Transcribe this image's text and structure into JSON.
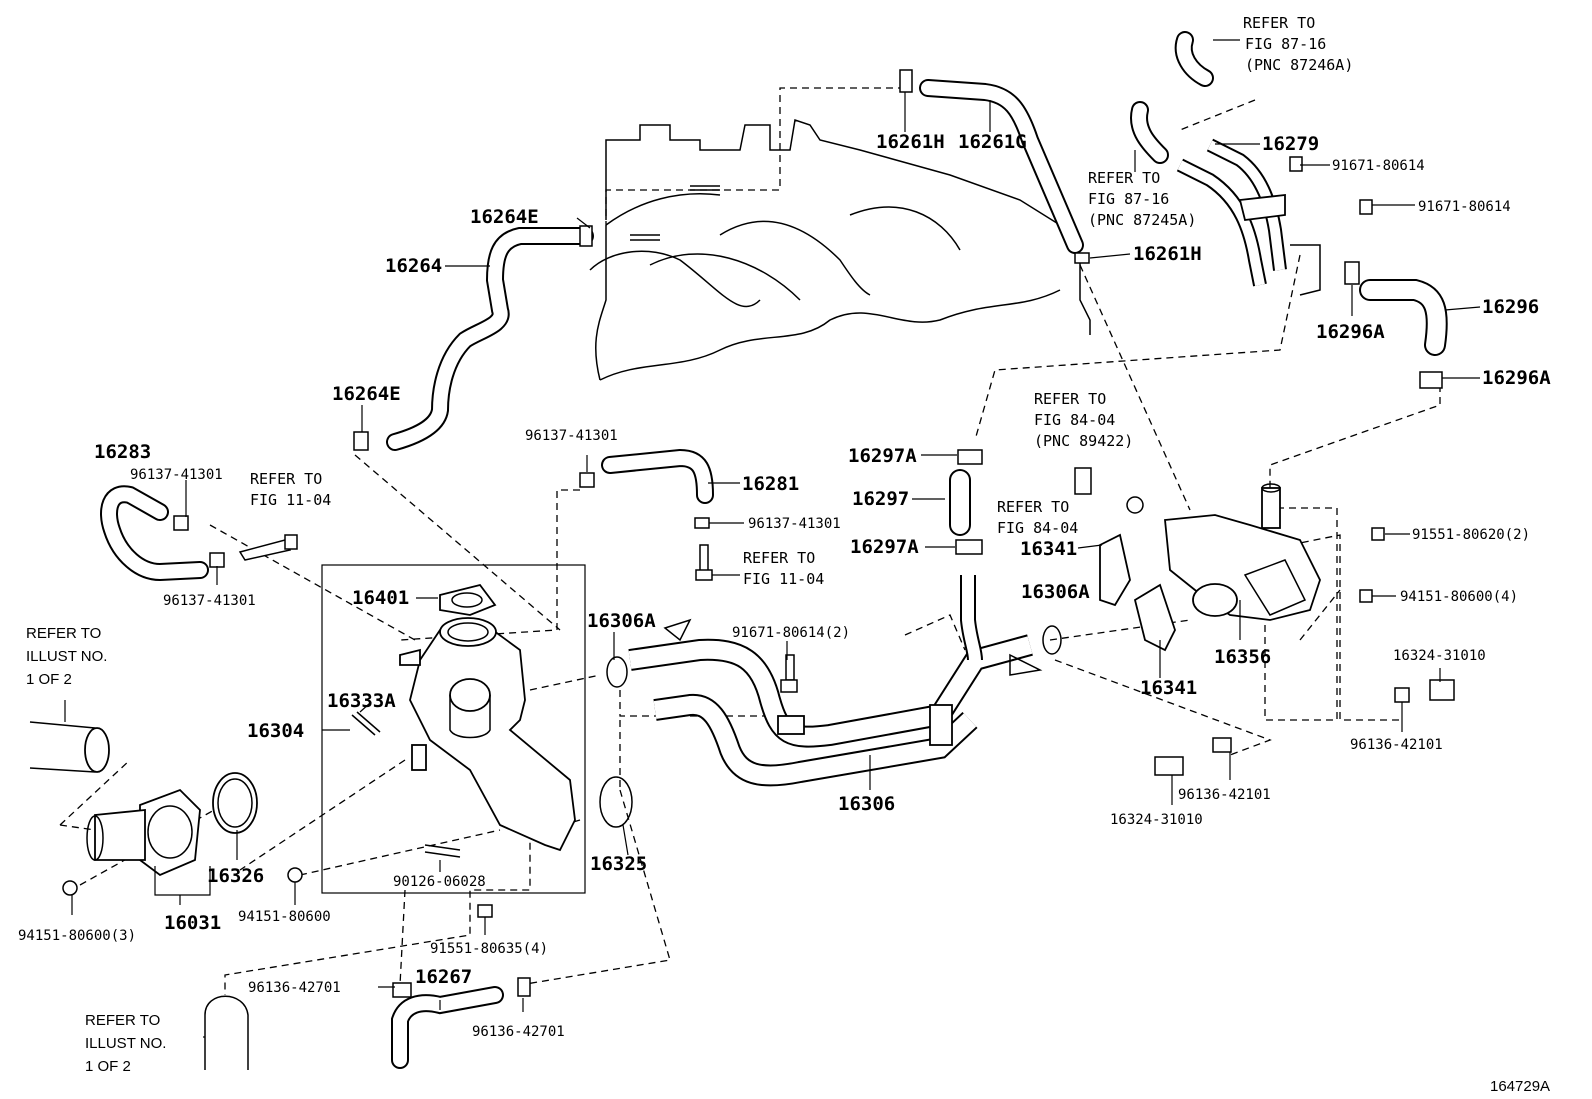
{
  "figure_id": "164729A",
  "labels": {
    "p16261H_a": "16261H",
    "p16261G": "16261G",
    "p16279": "16279",
    "p91671_a": "91671-80614",
    "p91671_b": "91671-80614",
    "p16261H_b": "16261H",
    "p16264E_a": "16264E",
    "p16264": "16264",
    "p16296": "16296",
    "p16296A_a": "16296A",
    "p16296A_b": "16296A",
    "p16264E_b": "16264E",
    "p16283": "16283",
    "p96137_a": "96137-41301",
    "p96137_b": "96137-41301",
    "p96137_c": "96137-41301",
    "p96137_d": "96137-41301",
    "p16281": "16281",
    "p16297A_a": "16297A",
    "p16297": "16297",
    "p16297A_b": "16297A",
    "p16341_a": "16341",
    "p16341_b": "16341",
    "p91551_a": "91551-80620(2)",
    "p94151_a": "94151-80600(4)",
    "p16306A_a": "16306A",
    "p16306A_b": "16306A",
    "p16401": "16401",
    "p91671_c": "91671-80614(2)",
    "p16356": "16356",
    "p16324_a": "16324-31010",
    "p16333A": "16333A",
    "p16304": "16304",
    "p96136_a": "96136-42101",
    "p16306": "16306",
    "p96136_b": "96136-42101",
    "p16324_b": "16324-31010",
    "p16326": "16326",
    "p16325": "16325",
    "p90126": "90126-06028",
    "p94151_b": "94151-80600(3)",
    "p16031": "16031",
    "p94151_c": "94151-80600",
    "p91551_b": "91551-80635(4)",
    "p96136_c": "96136-42701",
    "p16267": "16267",
    "p96136_d": "96136-42701"
  },
  "refers": {
    "r1": [
      "REFER TO",
      "FIG 87-16",
      "(PNC 87246A)"
    ],
    "r2": [
      "REFER TO",
      "FIG 87-16",
      "(PNC 87245A)"
    ],
    "r3": [
      "REFER TO",
      "FIG 84-04",
      "(PNC 89422)"
    ],
    "r4": [
      "REFER TO",
      "FIG 84-04"
    ],
    "r5": [
      "REFER TO",
      "FIG 11-04"
    ],
    "r6": [
      "REFER TO",
      "FIG 11-04"
    ],
    "r7": [
      "REFER TO",
      "ILLUST NO.",
      "1 OF 2"
    ],
    "r8": [
      "REFER TO",
      "ILLUST NO.",
      "1 OF 2"
    ]
  }
}
